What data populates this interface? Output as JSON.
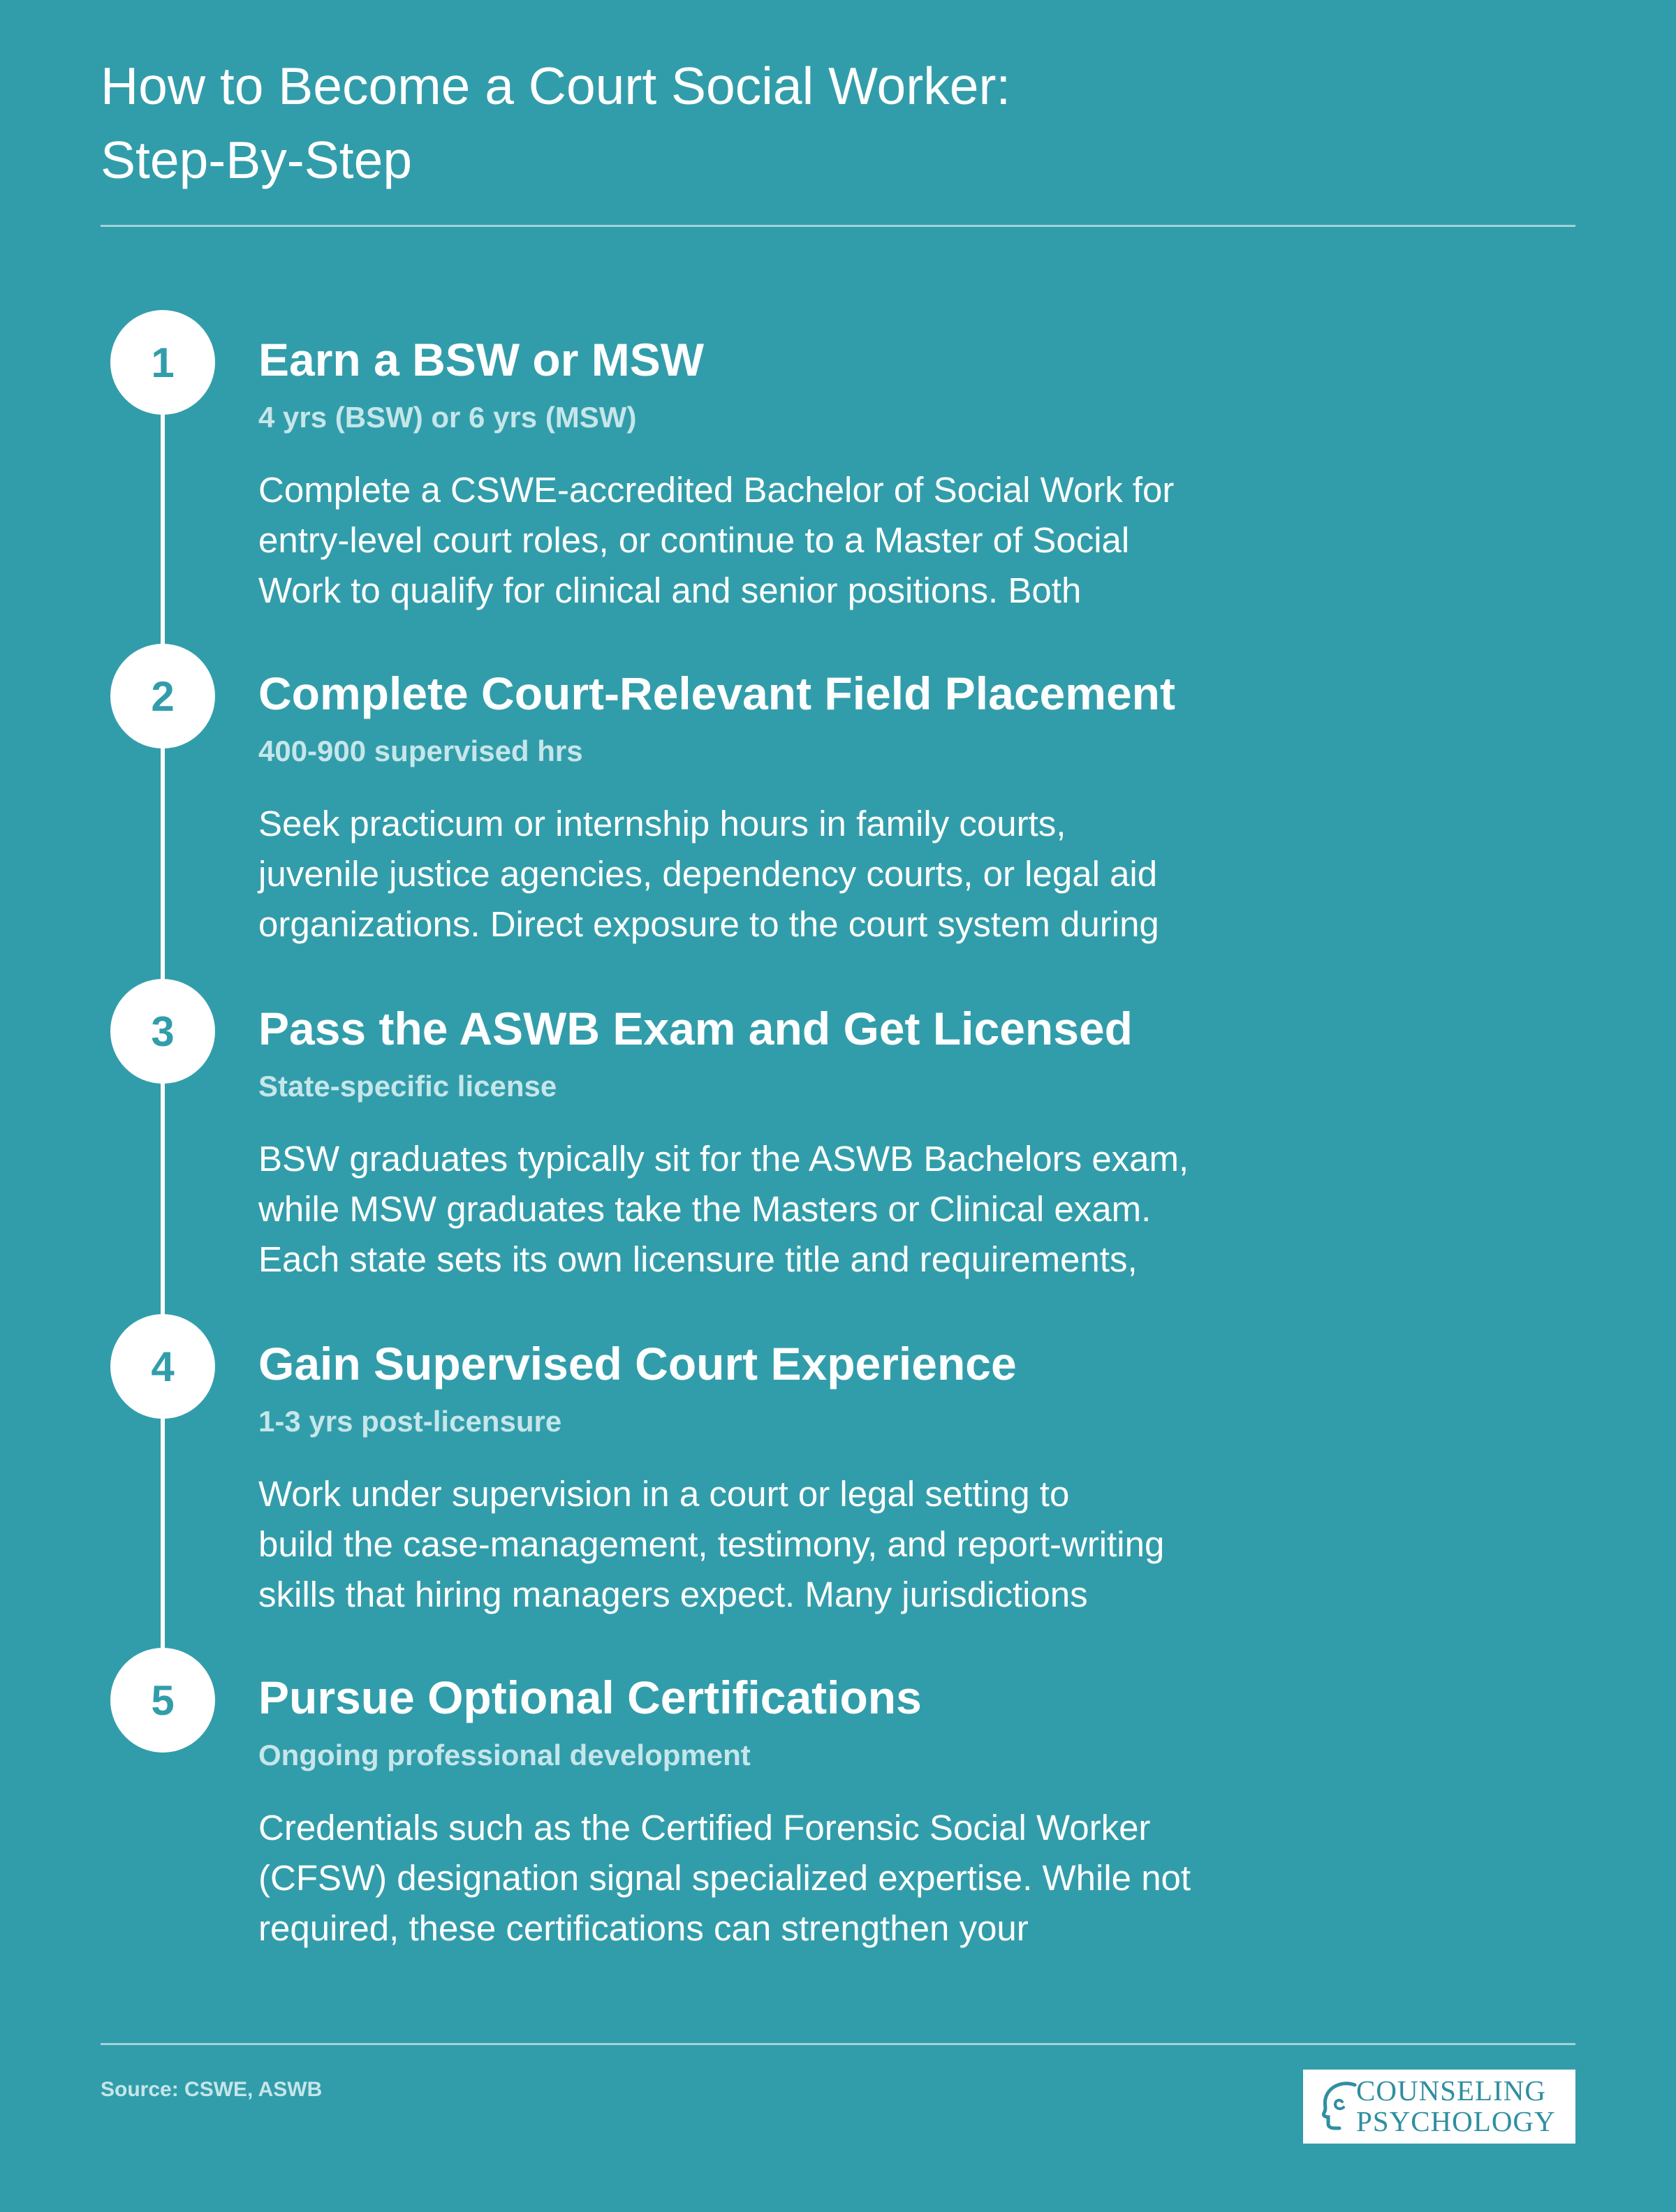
{
  "title": {
    "line1": "How to Become a Court Social Worker:",
    "line2": "Step-By-Step"
  },
  "steps": [
    {
      "number": "1",
      "title": "Earn a BSW or MSW",
      "meta": "4 yrs (BSW) or 6 yrs (MSW)",
      "body": [
        "Complete a CSWE-accredited Bachelor of Social Work for",
        "entry-level court roles, or continue to a Master of Social",
        "Work to qualify for clinical and senior positions. Both"
      ]
    },
    {
      "number": "2",
      "title": "Complete Court-Relevant Field Placement",
      "meta": "400-900 supervised hrs",
      "body": [
        "Seek practicum or internship hours in family courts,",
        "juvenile justice agencies, dependency courts, or legal aid",
        "organizations. Direct exposure to the court system during"
      ]
    },
    {
      "number": "3",
      "title": "Pass the ASWB Exam and Get Licensed",
      "meta": "State-specific license",
      "body": [
        "BSW graduates typically sit for the ASWB Bachelors exam,",
        "while MSW graduates take the Masters or Clinical exam.",
        "Each state sets its own licensure title and requirements,"
      ]
    },
    {
      "number": "4",
      "title": "Gain Supervised Court Experience",
      "meta": "1-3 yrs post-licensure",
      "body": [
        "Work under supervision in a court or legal setting to",
        "build the case-management, testimony, and report-writing",
        "skills that hiring managers expect. Many jurisdictions"
      ]
    },
    {
      "number": "5",
      "title": "Pursue Optional Certifications",
      "meta": "Ongoing professional development",
      "body": [
        "Credentials such as the Certified Forensic Social Worker",
        "(CFSW) designation signal specialized expertise. While not",
        "required, these certifications can strengthen your"
      ]
    }
  ],
  "footer": {
    "source": "Source: CSWE, ASWB",
    "logo": {
      "line1": "COUNSELING",
      "line2": "PSYCHOLOGY",
      "icon": "head-profile-icon"
    }
  },
  "colors": {
    "background": "#329daa",
    "accent_text": "#c6e6ea",
    "circle_fill": "#ffffff",
    "circle_number": "#329daa"
  }
}
